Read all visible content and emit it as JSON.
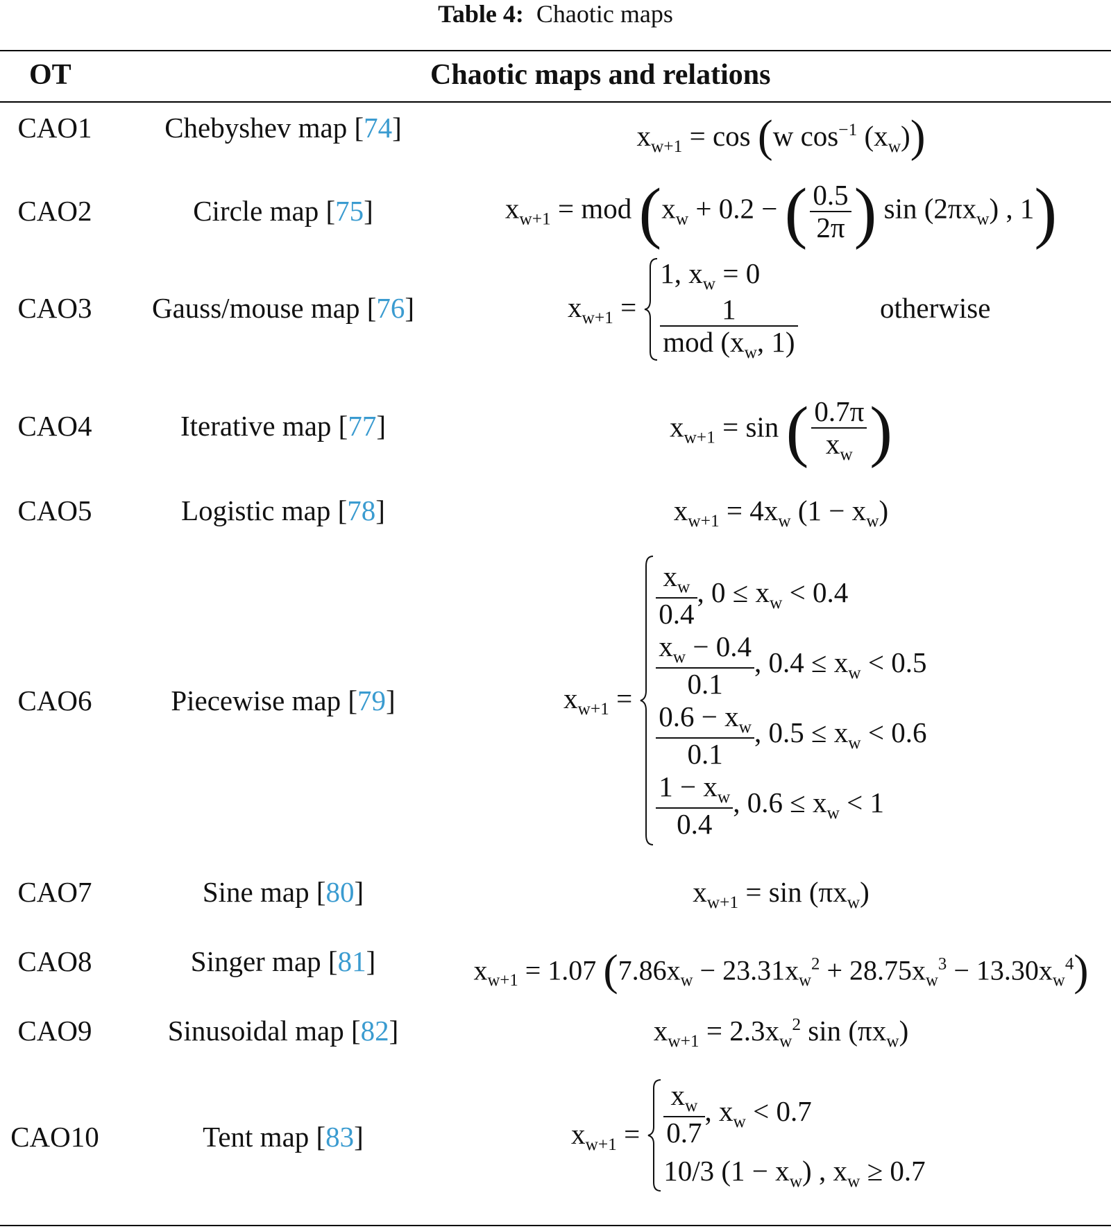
{
  "caption": {
    "label": "Table 4:",
    "title": "Chaotic maps"
  },
  "header": {
    "col1": "OT",
    "col2": "Chaotic maps and relations"
  },
  "rows": [
    {
      "id": "CAO1",
      "name": "Chebyshev map",
      "ref": "74"
    },
    {
      "id": "CAO2",
      "name": "Circle map",
      "ref": "75"
    },
    {
      "id": "CAO3",
      "name": "Gauss/mouse map",
      "ref": "76",
      "note": "otherwise"
    },
    {
      "id": "CAO4",
      "name": "Iterative map",
      "ref": "77"
    },
    {
      "id": "CAO5",
      "name": "Logistic map",
      "ref": "78"
    },
    {
      "id": "CAO6",
      "name": "Piecewise map",
      "ref": "79"
    },
    {
      "id": "CAO7",
      "name": "Sine map",
      "ref": "80"
    },
    {
      "id": "CAO8",
      "name": "Singer map",
      "ref": "81"
    },
    {
      "id": "CAO9",
      "name": "Sinusoidal map",
      "ref": "82"
    },
    {
      "id": "CAO10",
      "name": "Tent map",
      "ref": "83"
    }
  ],
  "colors": {
    "citation": "#3a9bd0",
    "text": "#111111"
  }
}
